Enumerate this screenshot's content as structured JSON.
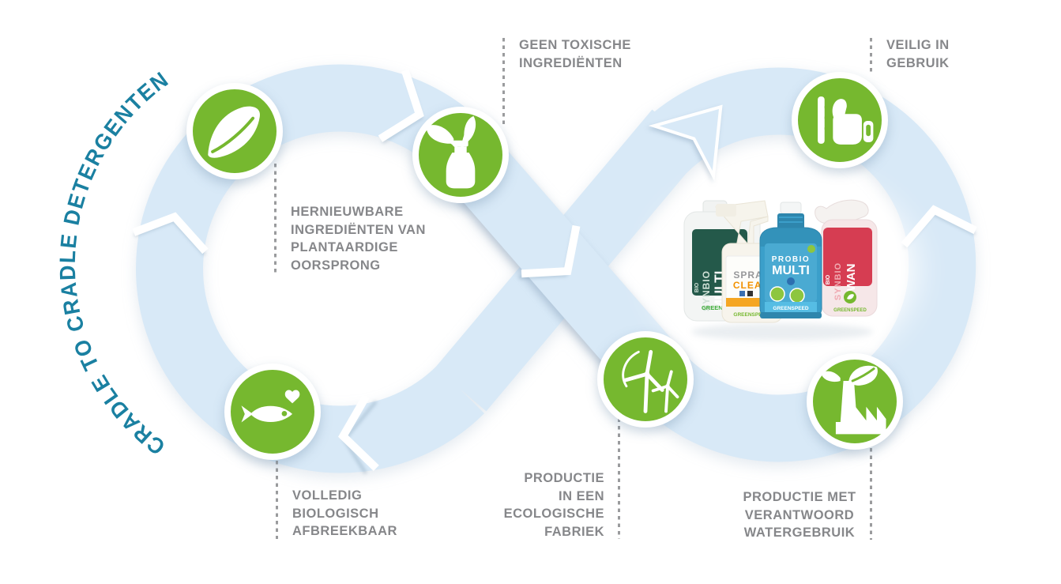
{
  "title": "CRADLE TO CRADLE DETERGENTEN",
  "labels": {
    "non_toxic": "GEEN TOXISCHE\nINGREDIËNTEN",
    "safe_use": "VEILIG IN\nGEBRUIK",
    "renewable": "HERNIEUWBARE\nINGREDIËNTEN VAN\nPLANTAARDIGE\nOORSPRONG",
    "biodegradable": "VOLLEDIG\nBIOLOGISCH\nAFBREEKBAAR",
    "eco_factory": "PRODUCTIE\nIN EEN\nECOLOGISCHE\nFABRIEK",
    "water": "PRODUCTIE MET\nVERANTWOORD\nWATERGEBRUIK"
  },
  "icons": [
    "leaf-icon",
    "plant-bottle-icon",
    "thumbs-up-icon",
    "fish-heart-icon",
    "wind-turbine-icon",
    "eco-factory-icon"
  ],
  "products": {
    "brand": "GREENSPEED",
    "bio_badge": "BIO",
    "items": [
      {
        "name": "SYNBIO MULTI",
        "word1": "SYNBIO",
        "word2": "MULTI"
      },
      {
        "name": "SPRAY CLEAN",
        "word1": "SPRAY",
        "word2": "CLEAN"
      },
      {
        "name": "PROBIO MULTI",
        "word1": "PROBIO",
        "word2": "MULTI"
      },
      {
        "name": "SYNBIO SWAN",
        "word1": "SYNBIO",
        "word2": "SWAN"
      }
    ]
  },
  "colors": {
    "green": "#76b82f",
    "ribbon_blue": "#d8e9f7",
    "title_teal": "#1a80a1",
    "label_gray": "#86878a",
    "dash_gray": "#9a9b9d",
    "orange": "#f29100",
    "bottle_blue": "#3b9fca",
    "bottle_red": "#d63d52",
    "label_dark_green": "#24594a"
  }
}
